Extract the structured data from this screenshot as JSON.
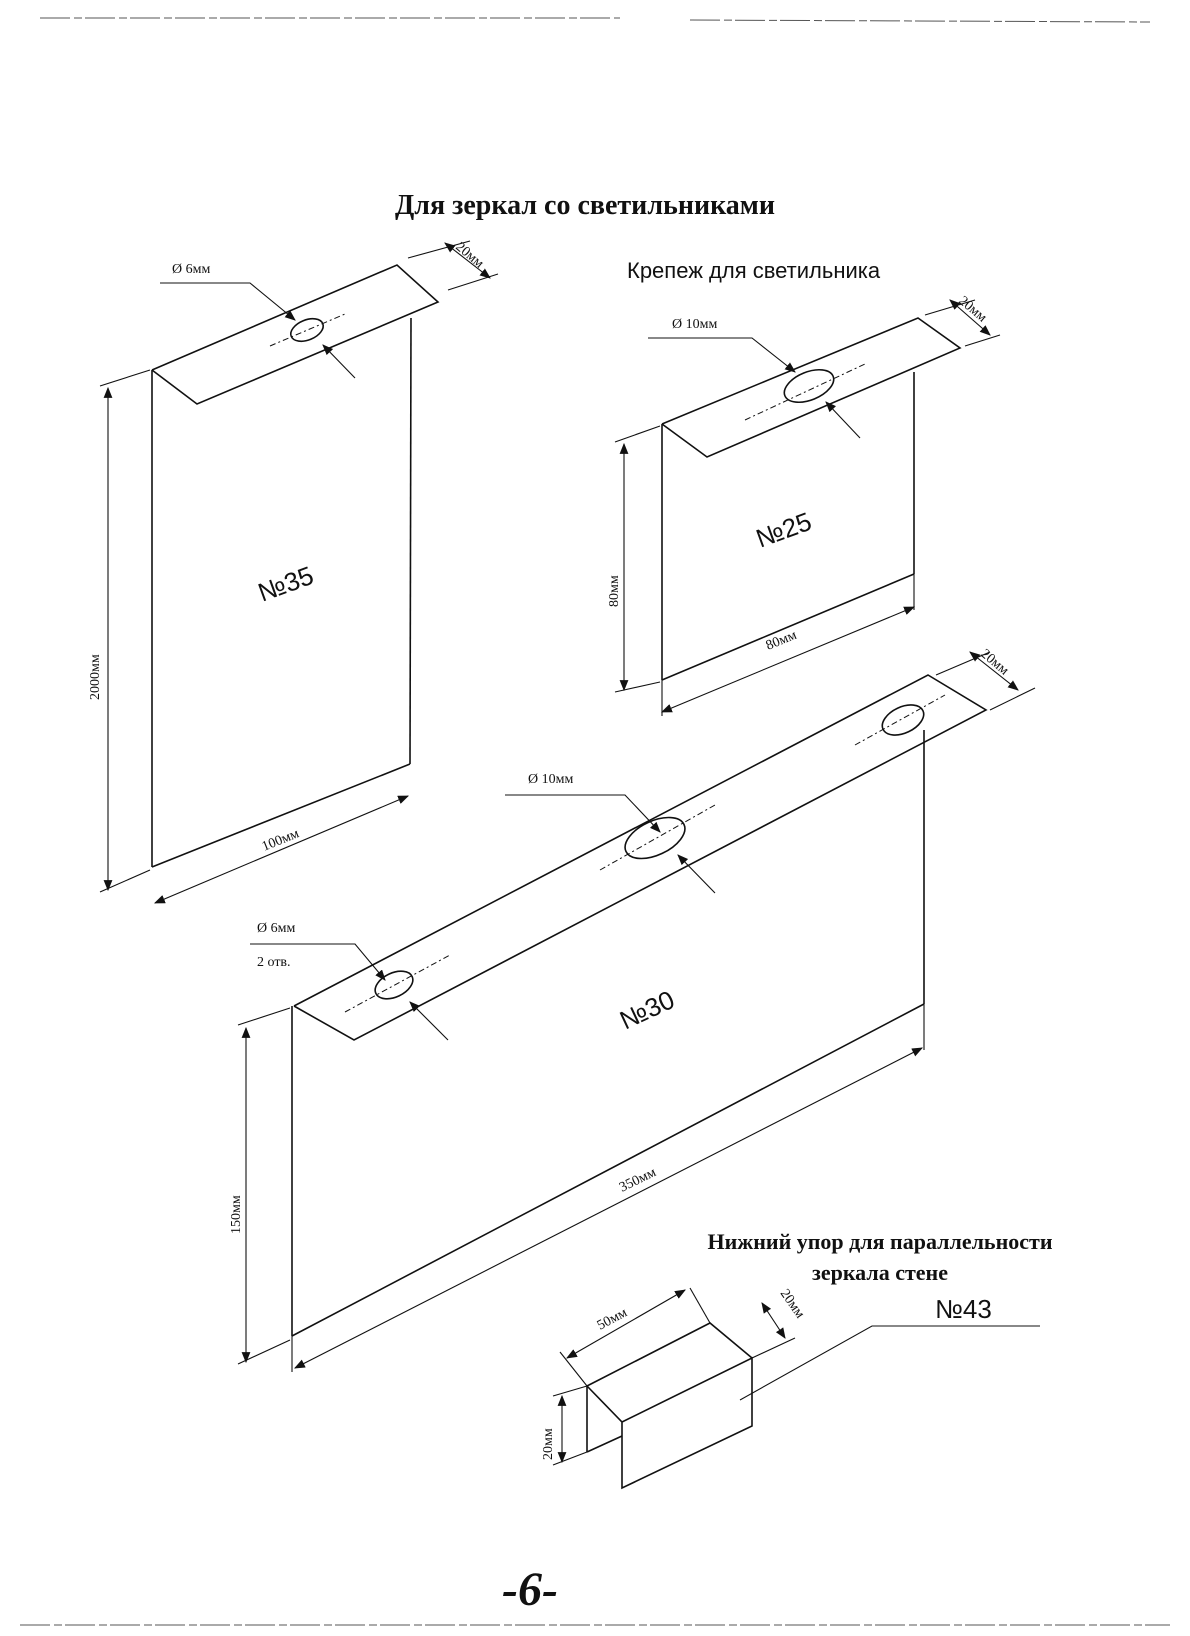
{
  "title": "Для зеркал со светильниками",
  "page_number": "-6-",
  "part35": {
    "label": "№35",
    "hole": "Ø 6мм",
    "width": "20мм",
    "height": "2000мм",
    "length": "100мм"
  },
  "part25": {
    "caption": "Крепеж для светильника",
    "label": "№25",
    "hole": "Ø 10мм",
    "width": "20мм",
    "height": "80мм",
    "length": "80мм"
  },
  "part30": {
    "label": "№30",
    "hole_center": "Ø 10мм",
    "hole_side": "Ø 6мм",
    "hole_count": "2 отв.",
    "width": "20мм",
    "height": "150мм",
    "length": "350мм"
  },
  "part43": {
    "caption_line1": "Нижний упор для параллельности",
    "caption_line2": "зеркала стене",
    "label": "№43",
    "length": "50мм",
    "width": "20мм",
    "height": "20мм"
  }
}
